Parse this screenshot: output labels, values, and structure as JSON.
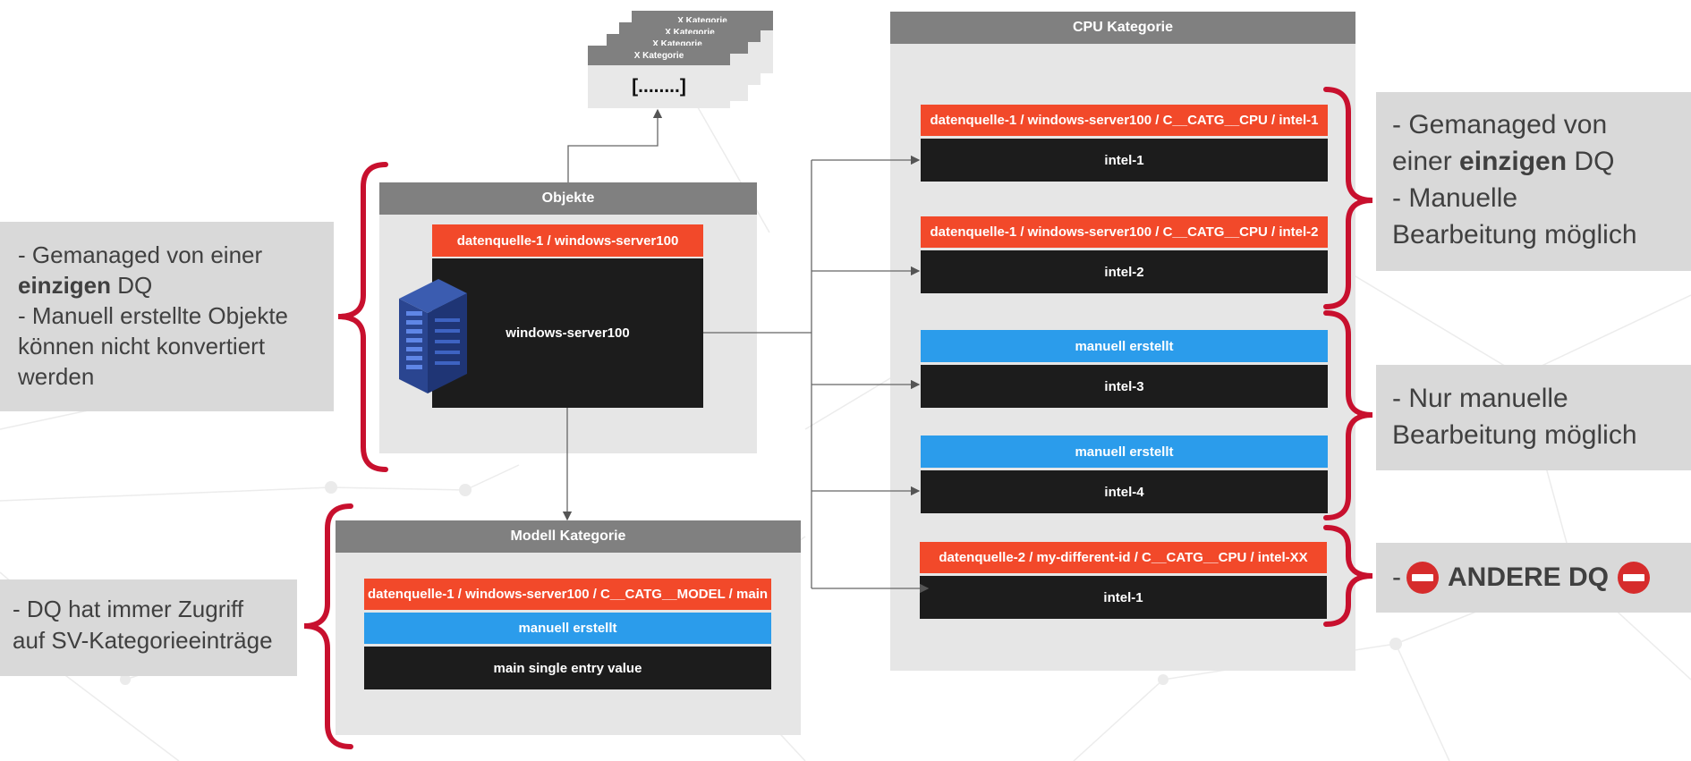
{
  "x_stack": {
    "card_titles": [
      "X Kategorie",
      "X Kategorie",
      "X Kategorie",
      "X Kategorie"
    ],
    "body_text": "[........]"
  },
  "objekte": {
    "title": "Objekte",
    "source_label": "datenquelle-1 / windows-server100",
    "value": "windows-server100",
    "icon": "server-rack-icon"
  },
  "modell": {
    "title": "Modell Kategorie",
    "source_label": "datenquelle-1 / windows-server100 / C__CATG__MODEL / main",
    "manual_label": "manuell erstellt",
    "value": "main single entry value"
  },
  "cpu": {
    "title": "CPU Kategorie",
    "entries": [
      {
        "label": "datenquelle-1 / windows-server100 / C__CATG__CPU / intel-1",
        "kind": "source",
        "value": "intel-1"
      },
      {
        "label": "datenquelle-1 / windows-server100 / C__CATG__CPU / intel-2",
        "kind": "source",
        "value": "intel-2"
      },
      {
        "label": "manuell erstellt",
        "kind": "manual",
        "value": "intel-3"
      },
      {
        "label": "manuell erstellt",
        "kind": "manual",
        "value": "intel-4"
      },
      {
        "label": "datenquelle-2 / my-different-id / C__CATG__CPU / intel-XX",
        "kind": "source",
        "value": "intel-1"
      }
    ]
  },
  "notes": {
    "left_objekte": {
      "line1": "- Gemanaged von einer",
      "line2_bold": "einzigen",
      "line2_rest": " DQ",
      "line3": "- Manuell erstellte Objekte",
      "line4": "können nicht konvertiert",
      "line5": "werden"
    },
    "left_modell": {
      "line1": "- DQ hat immer Zugriff",
      "line2": "auf SV-Kategorieeinträge"
    },
    "right_top": {
      "line1": "- Gemanaged von",
      "line2_pre": "einer ",
      "line2_bold": "einzigen",
      "line2_rest": " DQ",
      "line3": "- Manuelle",
      "line4": "Bearbeitung möglich"
    },
    "right_middle": {
      "line1": "- Nur manuelle",
      "line2": "Bearbeitung möglich"
    },
    "right_bottom": {
      "prefix": "- ",
      "icon_left": "no-entry-icon",
      "bold": "ANDERE DQ",
      "icon_right": "no-entry-icon"
    }
  },
  "colors": {
    "source": "#f2492a",
    "manual": "#2b9ceb",
    "value": "#1c1c1c",
    "header": "#808080",
    "panel": "#e6e6e6",
    "note": "#d9d9d9",
    "brace": "#c8102e"
  }
}
